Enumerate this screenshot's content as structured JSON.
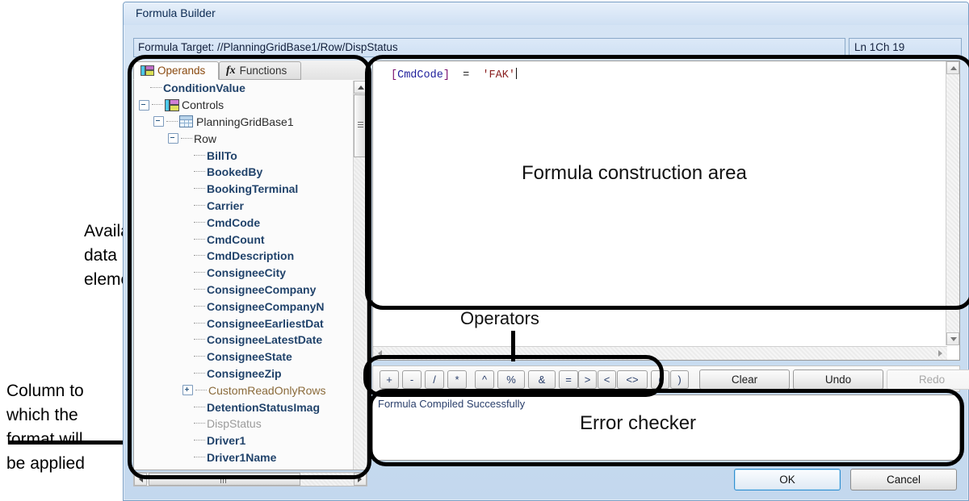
{
  "window": {
    "title": "Formula Builder",
    "target_label": "Formula Target: //PlanningGridBase1/Row/DispStatus",
    "cursor_position": "Ln 1Ch 19"
  },
  "tabs": [
    {
      "label": "Operands",
      "icon": "operands-icon",
      "selected": true
    },
    {
      "label": "Functions",
      "icon": "fx-icon",
      "selected": false
    }
  ],
  "tree": {
    "items": [
      {
        "label": "ConditionValue",
        "indent": 0,
        "style": "bold",
        "expander": "none",
        "icon": "none"
      },
      {
        "label": "Controls",
        "indent": 0,
        "style": "normal",
        "expander": "minus",
        "icon": "controls-icon"
      },
      {
        "label": "PlanningGridBase1",
        "indent": 1,
        "style": "normal",
        "expander": "minus",
        "icon": "grid-icon"
      },
      {
        "label": "Row",
        "indent": 2,
        "style": "normal",
        "expander": "minus",
        "icon": "none"
      },
      {
        "label": "BillTo",
        "indent": 3,
        "style": "bold",
        "expander": "none",
        "icon": "none"
      },
      {
        "label": "BookedBy",
        "indent": 3,
        "style": "bold",
        "expander": "none",
        "icon": "none"
      },
      {
        "label": "BookingTerminal",
        "indent": 3,
        "style": "bold",
        "expander": "none",
        "icon": "none"
      },
      {
        "label": "Carrier",
        "indent": 3,
        "style": "bold",
        "expander": "none",
        "icon": "none"
      },
      {
        "label": "CmdCode",
        "indent": 3,
        "style": "bold",
        "expander": "none",
        "icon": "none"
      },
      {
        "label": "CmdCount",
        "indent": 3,
        "style": "bold",
        "expander": "none",
        "icon": "none"
      },
      {
        "label": "CmdDescription",
        "indent": 3,
        "style": "bold",
        "expander": "none",
        "icon": "none"
      },
      {
        "label": "ConsigneeCity",
        "indent": 3,
        "style": "bold",
        "expander": "none",
        "icon": "none"
      },
      {
        "label": "ConsigneeCompany",
        "indent": 3,
        "style": "bold",
        "expander": "none",
        "icon": "none"
      },
      {
        "label": "ConsigneeCompanyN",
        "indent": 3,
        "style": "bold",
        "expander": "none",
        "icon": "none"
      },
      {
        "label": "ConsigneeEarliestDat",
        "indent": 3,
        "style": "bold",
        "expander": "none",
        "icon": "none"
      },
      {
        "label": "ConsigneeLatestDate",
        "indent": 3,
        "style": "bold",
        "expander": "none",
        "icon": "none"
      },
      {
        "label": "ConsigneeState",
        "indent": 3,
        "style": "bold",
        "expander": "none",
        "icon": "none"
      },
      {
        "label": "ConsigneeZip",
        "indent": 3,
        "style": "bold",
        "expander": "none",
        "icon": "none"
      },
      {
        "label": "CustomReadOnlyRows",
        "indent": 3,
        "style": "readonly",
        "expander": "plus",
        "icon": "none"
      },
      {
        "label": "DetentionStatusImag",
        "indent": 3,
        "style": "bold",
        "expander": "none",
        "icon": "none"
      },
      {
        "label": "DispStatus",
        "indent": 3,
        "style": "dim",
        "expander": "none",
        "icon": "none"
      },
      {
        "label": "Driver1",
        "indent": 3,
        "style": "bold",
        "expander": "none",
        "icon": "none"
      },
      {
        "label": "Driver1Name",
        "indent": 3,
        "style": "bold",
        "expander": "none",
        "icon": "none"
      }
    ]
  },
  "editor": {
    "formula_tokens": [
      {
        "text": "[",
        "kind": "br"
      },
      {
        "text": "CmdCode",
        "kind": "id"
      },
      {
        "text": "]",
        "kind": "br"
      },
      {
        "text": "  =  ",
        "kind": "op"
      },
      {
        "text": "'FAK'",
        "kind": "str"
      }
    ],
    "formula_plain": "[CmdCode]  =  'FAK'"
  },
  "operators": [
    {
      "label": "+",
      "name": "plus"
    },
    {
      "label": "-",
      "name": "minus"
    },
    {
      "label": "/",
      "name": "divide"
    },
    {
      "label": "*",
      "name": "multiply"
    },
    {
      "label": "^",
      "name": "power"
    },
    {
      "label": "%",
      "name": "percent"
    },
    {
      "label": "&",
      "name": "ampersand"
    },
    {
      "label": "=",
      "name": "equals"
    },
    {
      "label": ">",
      "name": "greater-than"
    },
    {
      "label": "<",
      "name": "less-than"
    },
    {
      "label": "<>",
      "name": "not-equals"
    },
    {
      "label": "(",
      "name": "open-paren"
    },
    {
      "label": ")",
      "name": "close-paren"
    }
  ],
  "edit_buttons": [
    {
      "label": "Clear",
      "name": "clear",
      "disabled": false
    },
    {
      "label": "Undo",
      "name": "undo",
      "disabled": false
    },
    {
      "label": "Redo",
      "name": "redo",
      "disabled": true
    }
  ],
  "error_panel": {
    "message": "Formula Compiled Successfully"
  },
  "dialog_buttons": {
    "ok": "OK",
    "cancel": "Cancel"
  },
  "annotations": {
    "available_data_elements": "Available\ndata\nelements",
    "column_to_which": "Column to\nwhich the\nformat will\nbe applied",
    "formula_construction_area": "Formula construction area",
    "operators": "Operators",
    "error_checker": "Error checker"
  },
  "colors": {
    "highlight_outline": "#000000",
    "window_chrome": "#cfe0f2",
    "ok_accent": "#2f8fd0",
    "tree_label": "#21436b",
    "selected_item": "#9b9b9b"
  }
}
